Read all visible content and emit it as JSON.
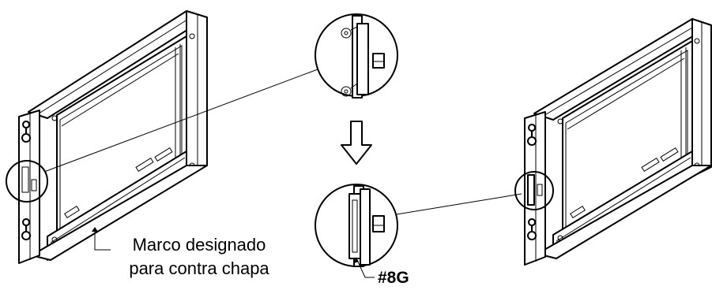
{
  "callouts": {
    "frame_label_line1": "Marco designado",
    "frame_label_line2": "para contra chapa",
    "part_number": "#8G"
  },
  "icons": [
    "door-frame",
    "magnifier-circle",
    "down-arrow"
  ]
}
